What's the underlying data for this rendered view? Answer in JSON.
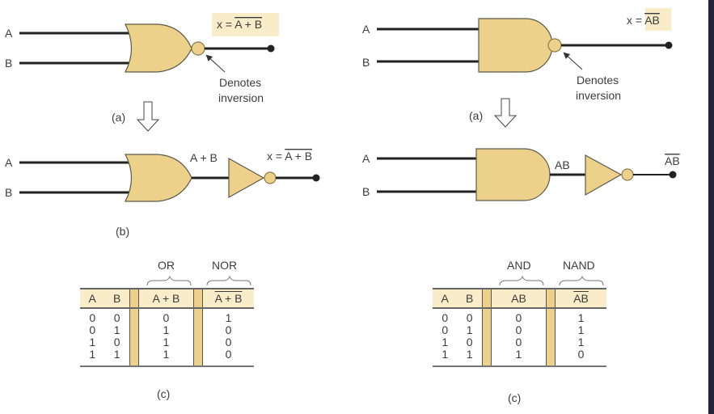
{
  "colors": {
    "gate_fill": "#edd18a",
    "gate_stroke": "#5a5a4a",
    "wire": "#222222",
    "highlight": "#f9ecc8",
    "right_strip": "#22243a"
  },
  "nor": {
    "input_a": "A",
    "input_b": "B",
    "output_expr_prefix": "x = ",
    "output_expr_bar": "A + B",
    "inversion_note_line1": "Denotes",
    "inversion_note_line2": "inversion",
    "caption_a": "(a)",
    "b_input_a": "A",
    "b_input_b": "B",
    "b_mid_label": "A + B",
    "b_out_prefix": "x = ",
    "b_out_bar": "A + B",
    "caption_b": "(b)",
    "table": {
      "group_labels": [
        "OR",
        "NOR"
      ],
      "headers": [
        "A",
        "B",
        "A + B",
        "A + B"
      ],
      "rows": [
        [
          "0",
          "0",
          "0",
          "1"
        ],
        [
          "0",
          "1",
          "1",
          "0"
        ],
        [
          "1",
          "0",
          "1",
          "0"
        ],
        [
          "1",
          "1",
          "1",
          "0"
        ]
      ],
      "caption": "(c)"
    }
  },
  "nand": {
    "input_a": "A",
    "input_b": "B",
    "output_expr_prefix": "x = ",
    "output_expr_bar": "AB",
    "inversion_note_line1": "Denotes",
    "inversion_note_line2": "inversion",
    "caption_a": "(a)",
    "b_input_a": "A",
    "b_input_b": "B",
    "b_mid_label": "AB",
    "b_out_bar": "AB",
    "table": {
      "group_labels": [
        "AND",
        "NAND"
      ],
      "headers": [
        "A",
        "B",
        "AB",
        "AB"
      ],
      "rows": [
        [
          "0",
          "0",
          "0",
          "1"
        ],
        [
          "0",
          "1",
          "0",
          "1"
        ],
        [
          "1",
          "0",
          "0",
          "1"
        ],
        [
          "1",
          "1",
          "1",
          "0"
        ]
      ],
      "caption": "(c)"
    }
  }
}
